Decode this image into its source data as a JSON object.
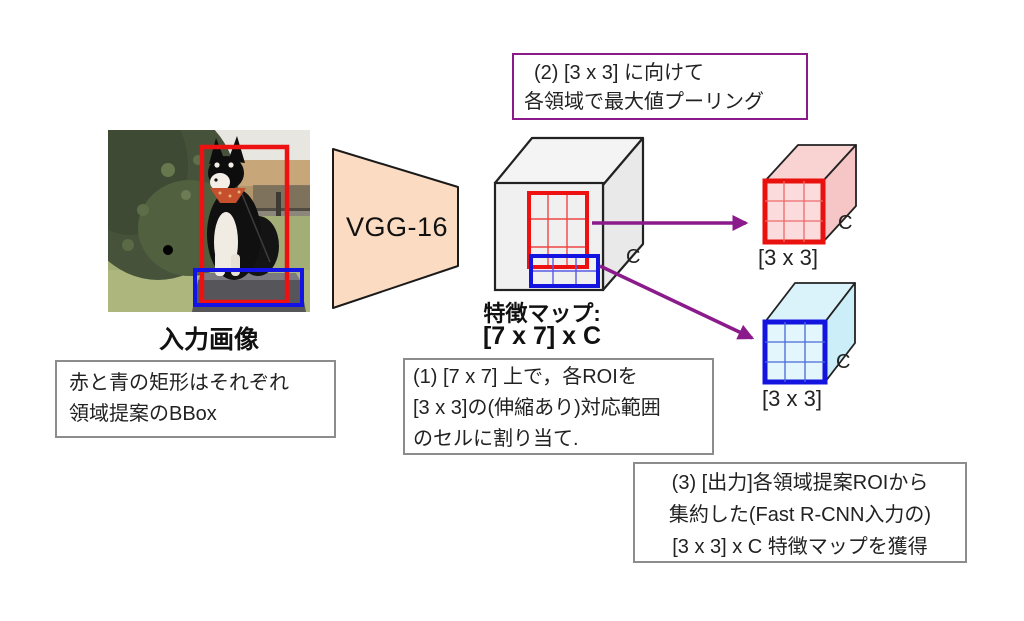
{
  "figure": {
    "pooling_note": {
      "lines": [
        "(2) [3 x 3] に向けて",
        "各領域で最大値プーリング"
      ]
    },
    "input": {
      "label": "入力画像",
      "note_lines": [
        "赤と青の矩形はそれぞれ",
        "領域提案のBBox"
      ]
    },
    "backbone": {
      "label": "VGG-16"
    },
    "feature_map": {
      "title": "特徴マップ:",
      "size": "[7 x 7] x C",
      "channel_label": "C"
    },
    "step1_note": {
      "lines": [
        "(1) [7 x 7] 上で，各ROIを",
        "[3 x 3]の(伸縮あり)対応範囲",
        "のセルに割り当て."
      ]
    },
    "red_output": {
      "size_label": "[3 x 3]",
      "channel_label": "C"
    },
    "blue_output": {
      "size_label": "[3 x 3]",
      "channel_label": "C"
    },
    "step3_note": {
      "lines": [
        "(3) [出力]各領域提案ROIから",
        "集約した(Fast R-CNN入力の)",
        "[3 x 3] x C 特徴マップを獲得"
      ]
    },
    "colors": {
      "accent_purple": "#8b1a8b",
      "roi_red": "#ee1111",
      "roi_blue": "#1414e0",
      "vgg_fill": "#fbdcc3",
      "feature_cube_gray": "#f0f0f0",
      "red_cube_fill": "#fbdbdb",
      "blue_cube_fill": "#e2f6fc",
      "note_border_gray": "#8c8c8c"
    }
  }
}
